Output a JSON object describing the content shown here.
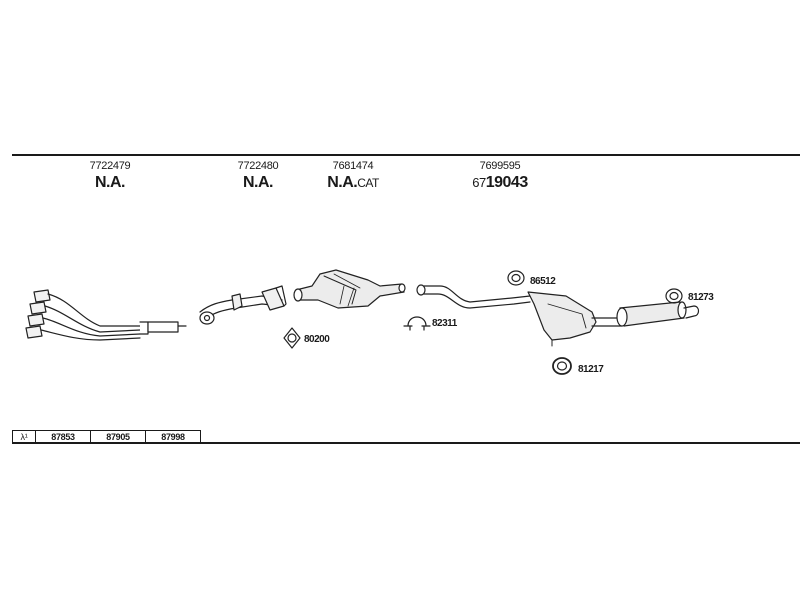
{
  "header": {
    "columns": [
      {
        "part_number": "7722479",
        "status": "N.A.",
        "suffix": ""
      },
      {
        "part_number": "7722480",
        "status": "N.A.",
        "suffix": ""
      },
      {
        "part_number": "7681474",
        "status": "N.A.",
        "suffix": "CAT"
      },
      {
        "part_number": "7699595",
        "prefix": "67",
        "status": "19043",
        "suffix": ""
      }
    ]
  },
  "callouts": [
    {
      "label": "80200",
      "icon": "gasket-icon"
    },
    {
      "label": "82311",
      "icon": "clamp-icon"
    },
    {
      "label": "86512",
      "icon": "ring-icon"
    },
    {
      "label": "81217",
      "icon": "ring-icon"
    },
    {
      "label": "81273",
      "icon": "ring-icon"
    }
  ],
  "lambda_table": {
    "symbol": "λ¹",
    "codes": [
      "87853",
      "87905",
      "87998"
    ]
  }
}
